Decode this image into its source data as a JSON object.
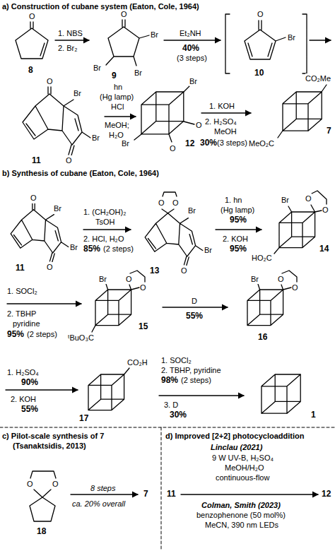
{
  "diagram": {
    "labels": [
      "a) Construction of cubane system (Eaton, Cole, 1964)",
      "O",
      "8",
      "1. NBS",
      "2. Br₂",
      "O",
      "Br",
      "Br",
      "Br",
      "9",
      "Et₂NH",
      "40%",
      "(3 steps)",
      "O",
      "Br",
      "10",
      "O",
      "Br",
      "Br",
      "O",
      "11",
      "hn",
      "(Hg lamp)",
      "HCl",
      "MeOH;",
      "H₂O",
      "Br",
      "O",
      "Br",
      "O",
      "12",
      "1. KOH",
      "2. H₂SO₄",
      "MeOH",
      "30%",
      "(3 steps)",
      "CO₂Me",
      "MeO₂C",
      "7",
      "b) Synthesis of cubane (Eaton, Cole, 1964)",
      "O",
      "Br",
      "Br",
      "O",
      "11",
      "1. (CH₂OH)₂",
      "TsOH",
      "2. HCl, H₂O",
      "85%",
      "(2 steps)",
      "O",
      "O",
      "Br",
      "Br",
      "O",
      "13",
      "1. hn",
      "(Hg lamp)",
      "95%",
      "2. KOH",
      "95%",
      "Br",
      "O",
      "O",
      "HO₂C",
      "14",
      "1. SOCl₂",
      "2. TBHP",
      "pyridine",
      "95%",
      "(2 steps)",
      "Br",
      "O",
      "O",
      "ᵗBuO₃C",
      "15",
      "D",
      "55%",
      "Br",
      "O",
      "O",
      "16",
      "1. H₂SO₄",
      "90%",
      "2. KOH",
      "55%",
      "CO₂H",
      "17",
      "1. SOCl₂",
      "2. TBHP, pyridine",
      "98%",
      "(2 steps)",
      "3. D",
      "30%",
      "1",
      "c) Pilot-scale synthesis of 7",
      "(Tsanaktsidis, 2013)",
      "O",
      "O",
      "18",
      "8 steps",
      "ca. 20% overall",
      "7",
      "d) Improved [2+2] photocycloaddition",
      "Linclau (2021)",
      "9 W UV-B, H₂SO₄",
      "MeOH/H₂O",
      "continuous-flow",
      "11",
      "12",
      "Colman, Smith (2023)",
      "benzophenone (50 mol%)",
      "MeCN, 390 nm LEDs"
    ]
  }
}
